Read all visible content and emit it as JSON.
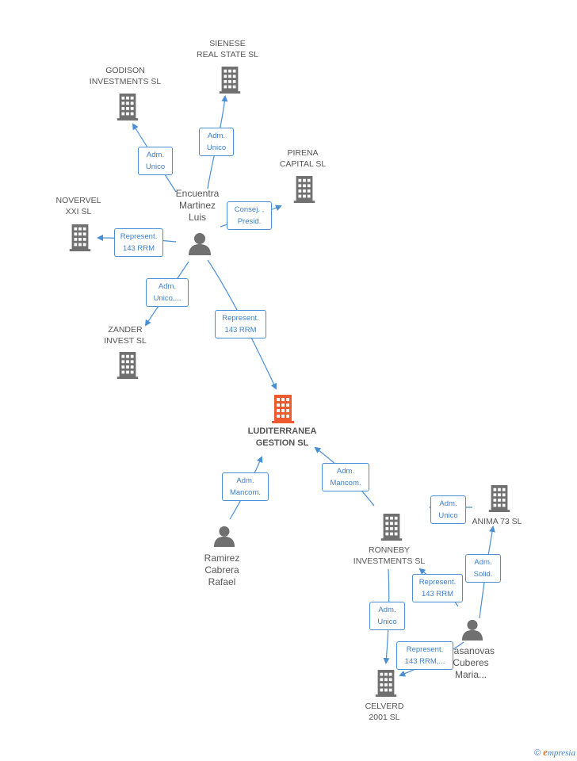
{
  "colors": {
    "edge": "#4a8fd6",
    "company_icon": "#707070",
    "focus_icon": "#ef5a2e",
    "person_icon": "#707070"
  },
  "focus": {
    "label": "LUDITERRANEA\nGESTION SL"
  },
  "companies": {
    "sienese": "SIENESE\nREAL STATE SL",
    "godison": "GODISON\nINVESTMENTS SL",
    "pirena": "PIRENA\nCAPITAL  SL",
    "novervel": "NOVERVEL\nXXI SL",
    "zander": "ZANDER\nINVEST SL",
    "anima": "ANIMA 73 SL",
    "ronneby": "RONNEBY\nINVESTMENTS SL",
    "celverd": "CELVERD\n2001 SL"
  },
  "persons": {
    "encuentra": "Encuentra\nMartinez\nLuis",
    "ramirez": "Ramirez\nCabrera\nRafael",
    "casanovas": "Casanovas\nCuberes\nMaria..."
  },
  "relations": {
    "r_sienese": "Adm.\nUnico",
    "r_godison": "Adm.\nUnico",
    "r_pirena": "Consej. ,\nPresid.",
    "r_novervel": "Represent.\n143 RRM",
    "r_zander": "Adm.\nUnico,...",
    "r_focus_enc": "Represent.\n143 RRM",
    "r_focus_ram": "Adm.\nMancom.",
    "r_focus_ron": "Adm.\nMancom.",
    "r_anima_ron": "Adm.\nUnico",
    "r_anima_cas": "Adm.\nSolid.",
    "r_ron_cas": "Represent.\n143 RRM",
    "r_celverd_ron": "Adm.\nUnico",
    "r_celverd_cas": "Represent.\n143 RRM,..."
  },
  "footer": {
    "copyright": "©",
    "brand_initial": "e",
    "brand_rest": "mpresia"
  }
}
